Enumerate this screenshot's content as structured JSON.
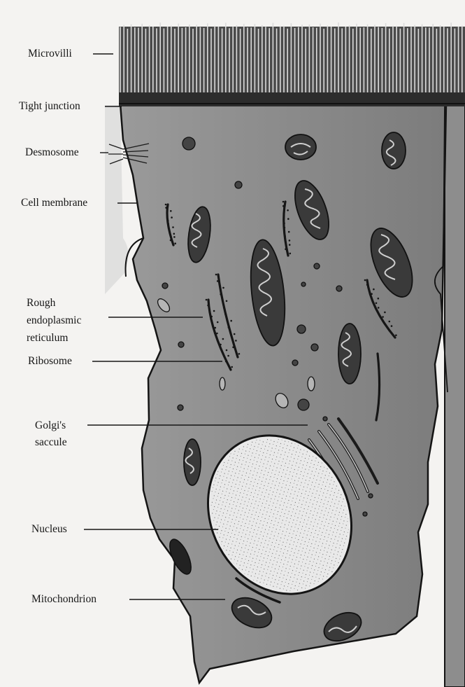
{
  "labels": {
    "microvilli": "Microvilli",
    "tight_junction": "Tight junction",
    "desmosome": "Desmosome",
    "cell_membrane": "Cell membrane",
    "rough_er": "Rough\nendoplasmic\nreticulum",
    "ribosome": "Ribosome",
    "golgi": "Golgi's\nsaccule",
    "nucleus": "Nucleus",
    "mitochondrion": "Mitochondrion"
  },
  "colors": {
    "paper": "#f4f3f1",
    "cytoplasm": "#8a8a8a",
    "outline": "#141414",
    "nucleus_fill": "#e6e6e6",
    "organelle_dark": "#3a3a3a",
    "organelle_light": "#b9b9b9"
  }
}
